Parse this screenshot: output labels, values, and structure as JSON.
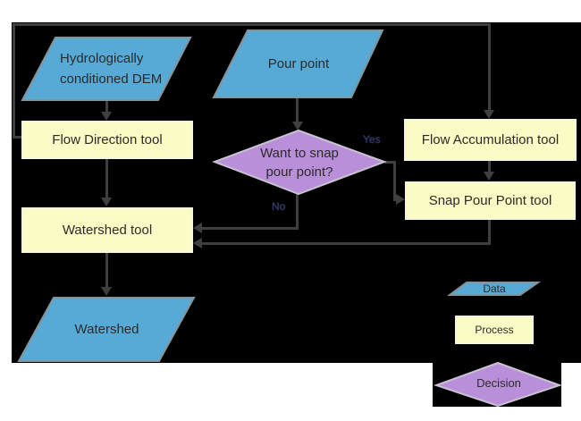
{
  "nodes": {
    "dem": {
      "label": "Hydrologically conditioned DEM"
    },
    "pour_point": {
      "label": "Pour point"
    },
    "flow_direction": {
      "label": "Flow Direction tool"
    },
    "flow_accumulation": {
      "label": "Flow Accumulation tool"
    },
    "decision": {
      "label": "Want to snap pour point?"
    },
    "snap_pour_point": {
      "label": "Snap Pour Point tool"
    },
    "watershed_tool": {
      "label": "Watershed tool"
    },
    "watershed_output": {
      "label": "Watershed"
    }
  },
  "edge_labels": {
    "yes": "Yes",
    "no": "No"
  },
  "legend": {
    "data": "Data",
    "process": "Process",
    "decision": "Decision"
  },
  "colors": {
    "data_fill": "#57a9d6",
    "data_stroke": "#85939b",
    "process_fill": "#fbfbc5",
    "decision_fill": "#ba8fd9",
    "decision_stroke": "#c9c3d1",
    "connector": "#3f3f3f",
    "background": "#000000",
    "text": "#2b2b2b"
  }
}
